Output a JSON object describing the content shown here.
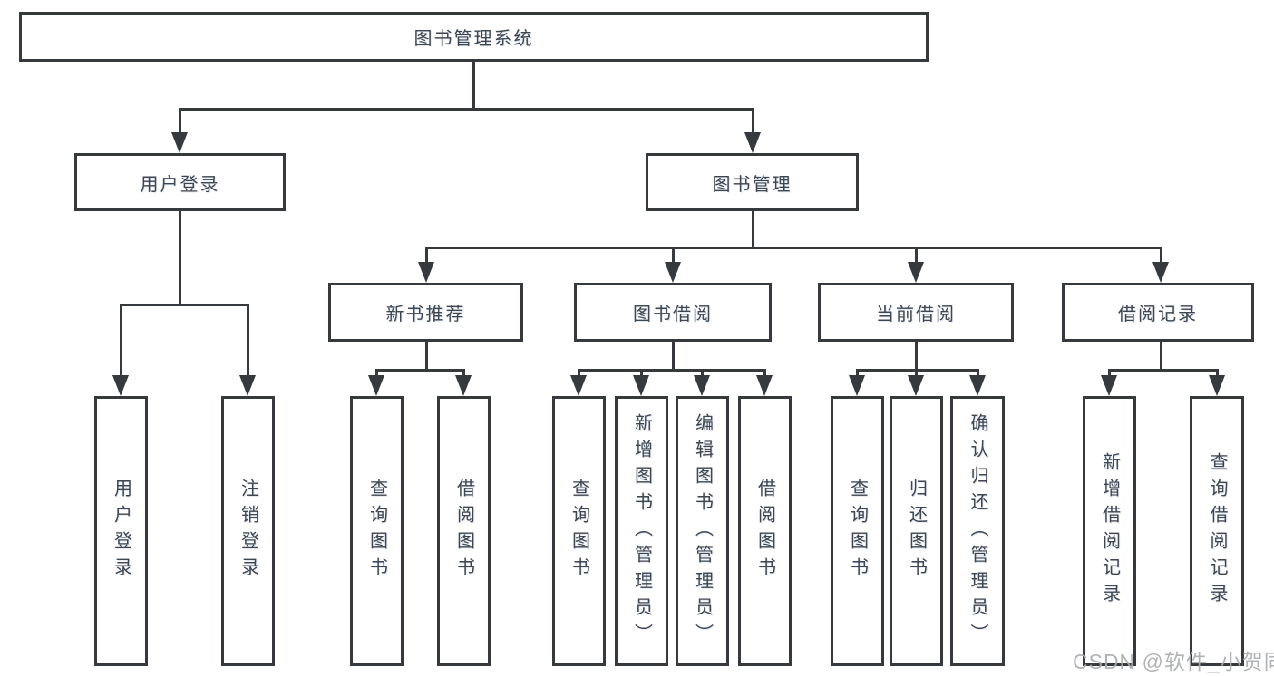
{
  "diagram_title": "图书管理系统",
  "colors": {
    "background": "#ffffff",
    "line": "#36393e",
    "box_border": "#36393e",
    "text": "#3e4650",
    "watermark": "#a9abad"
  },
  "watermark": {
    "text": "CSDN @软件_小贺同学"
  },
  "nodes": {
    "root": {
      "label": "图书管理系统"
    },
    "user_login": {
      "label": "用户登录"
    },
    "book_mgmt": {
      "label": "图书管理"
    },
    "new_books": {
      "label": "新书推荐"
    },
    "book_borrow": {
      "label": "图书借阅"
    },
    "current_borrow": {
      "label": "当前借阅"
    },
    "borrow_records": {
      "label": "借阅记录"
    },
    "user_login_leaf": {
      "label": "用户登录"
    },
    "logout_leaf": {
      "label": "注销登录"
    },
    "query_books_1": {
      "label": "查询图书"
    },
    "borrow_books_1": {
      "label": "借阅图书"
    },
    "query_books_2": {
      "label": "查询图书"
    },
    "add_books_admin": {
      "label": "新增图书（管理员）"
    },
    "edit_books_admin": {
      "label": "编辑图书（管理员）"
    },
    "borrow_books_2": {
      "label": "借阅图书"
    },
    "query_books_3": {
      "label": "查询图书"
    },
    "return_books": {
      "label": "归还图书"
    },
    "confirm_return_admin": {
      "label": "确认归还（管理员）"
    },
    "add_borrow_record": {
      "label": "新增借阅记录"
    },
    "query_borrow_record": {
      "label": "查询借阅记录"
    }
  },
  "hierarchy": {
    "图书管理系统": {
      "用户登录": [
        "用户登录",
        "注销登录"
      ],
      "图书管理": {
        "新书推荐": [
          "查询图书",
          "借阅图书"
        ],
        "图书借阅": [
          "查询图书",
          "新增图书（管理员）",
          "编辑图书（管理员）",
          "借阅图书"
        ],
        "当前借阅": [
          "查询图书",
          "归还图书",
          "确认归还（管理员）"
        ],
        "借阅记录": [
          "新增借阅记录",
          "查询借阅记录"
        ]
      }
    }
  }
}
